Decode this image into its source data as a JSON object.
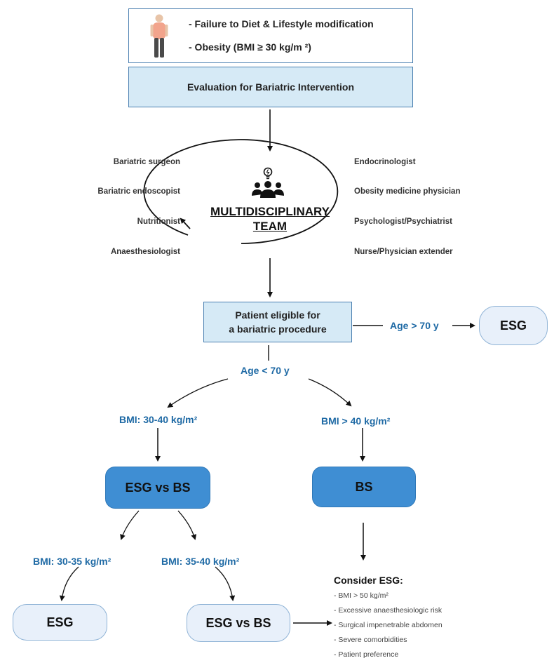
{
  "criteria": {
    "diet": "- Failure to Diet & Lifestyle modification",
    "obesity": "- Obesity  (BMI ≥ 30 kg/m ²)"
  },
  "evaluation": "Evaluation for Bariatric Intervention",
  "team": {
    "title_line1": "MULTIDISCIPLINARY",
    "title_line2": "TEAM",
    "left_members": [
      "Bariatric surgeon",
      "Bariatric endoscopist",
      "Nutritionist",
      "Anaesthesiologist"
    ],
    "right_members": [
      "Endocrinologist",
      "Obesity medicine physician",
      "Psychologist/Psychiatrist",
      "Nurse/Physician extender"
    ]
  },
  "eligible": {
    "line1": "Patient eligible for",
    "line2": "a bariatric procedure"
  },
  "age_over": "Age > 70 y",
  "esg_top": "ESG",
  "age_under": "Age  < 70 y",
  "bmi_30_40": "BMI: 30-40 kg/m²",
  "bmi_over_40": "BMI > 40 kg/m²",
  "esg_vs_bs_mid": "ESG vs BS",
  "bs": "BS",
  "bmi_30_35": "BMI: 30-35 kg/m²",
  "bmi_35_40": "BMI: 35-40 kg/m²",
  "esg_bottom": "ESG",
  "esg_vs_bs_bottom": "ESG vs BS",
  "consider": {
    "title": "Consider ESG:",
    "items": [
      "- BMI > 50 kg/m²",
      "- Excessive anaesthesiologic risk",
      "- Surgical impenetrable abdomen",
      "- Severe comorbidities",
      "- Patient preference"
    ]
  },
  "colors": {
    "accent_blue": "#1f6aa5",
    "light_box": "#d6eaf6",
    "dark_pill": "#3f8ed3",
    "light_pill": "#e8f0fa"
  }
}
